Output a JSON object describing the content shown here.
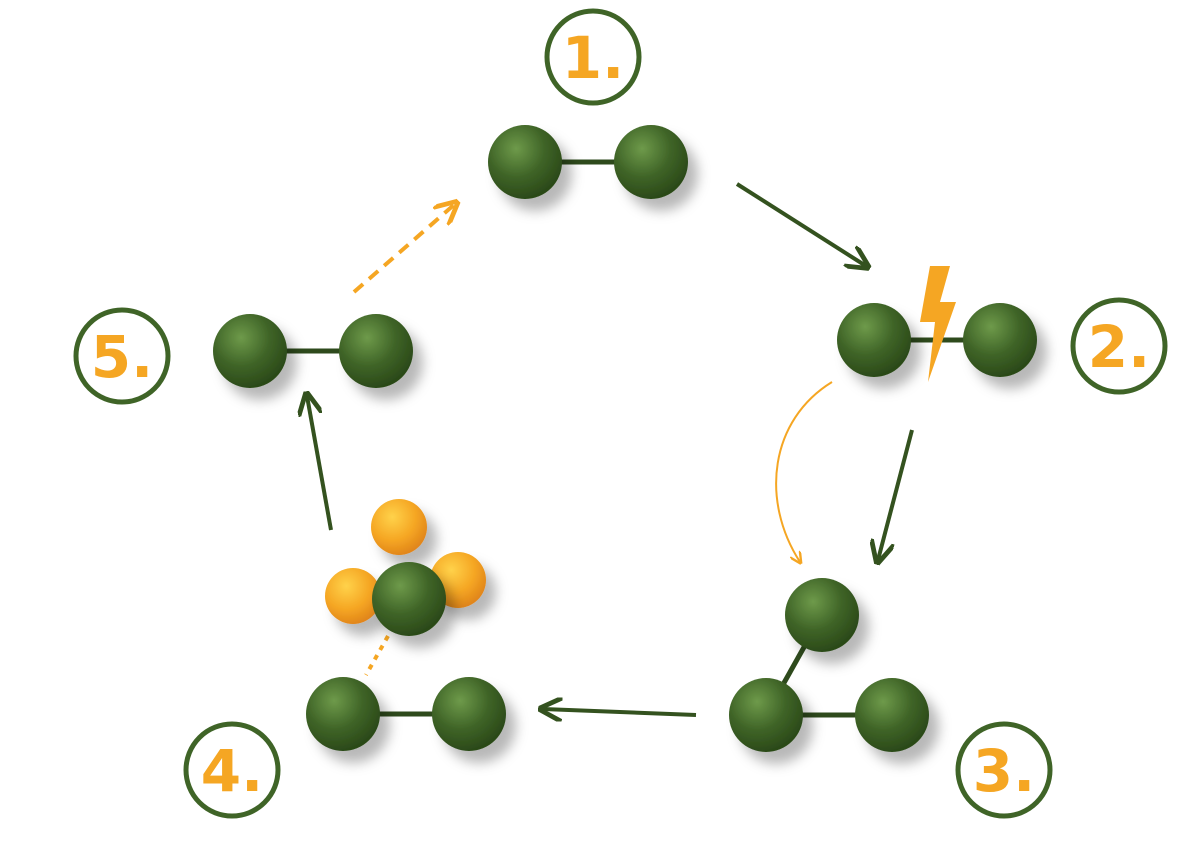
{
  "colors": {
    "atom_green": "#3f6427",
    "atom_green_light": "#6e9a4a",
    "atom_green_dark": "#2a4818",
    "arrow_green": "#34521f",
    "accent_orange": "#f5a623",
    "orange_light": "#ffd24a",
    "label_ring": "#3f6427",
    "bond": "#2e4a1c"
  },
  "steps": [
    {
      "label": "1."
    },
    {
      "label": "2."
    },
    {
      "label": "3."
    },
    {
      "label": "4."
    },
    {
      "label": "5."
    }
  ],
  "icons": {
    "energy": "lightning-bolt-icon"
  }
}
